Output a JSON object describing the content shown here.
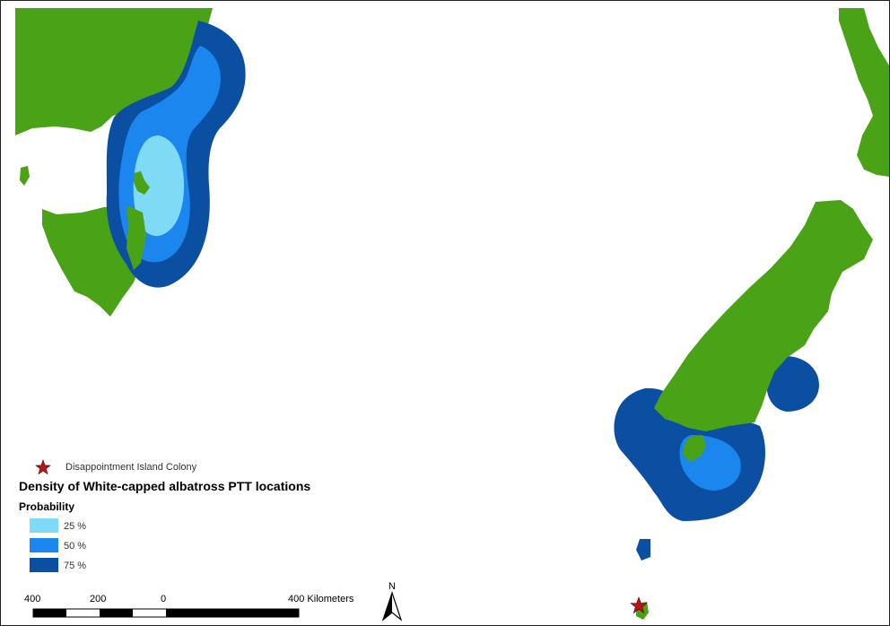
{
  "colors": {
    "land": "#4aa317",
    "band_75": "#0b4fa3",
    "band_50": "#1a86ee",
    "band_25": "#7fdaf5",
    "colony_star": "#b8151b"
  },
  "legend": {
    "colony_label": "Disappointment Island Colony",
    "title": "Density of White-capped albatross PTT locations",
    "probability_label": "Probability",
    "bands": [
      {
        "label": "25 %",
        "level": 25
      },
      {
        "label": "50 %",
        "level": 50
      },
      {
        "label": "75 %",
        "level": 75
      }
    ]
  },
  "scale_bar": {
    "labels": [
      "400",
      "200",
      "0",
      "400 Kilometers"
    ]
  },
  "north_arrow": {
    "label": "N"
  }
}
